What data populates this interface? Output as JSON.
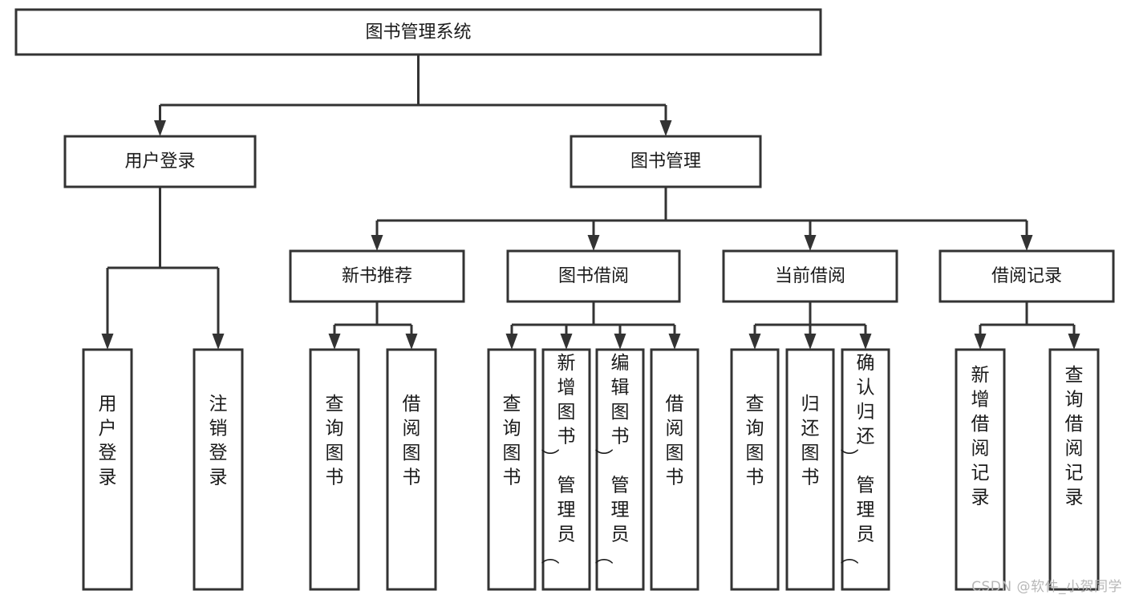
{
  "diagram": {
    "type": "tree-hierarchy-flowchart",
    "title": "图书管理系统",
    "watermark": "CSDN @软件_小贺同学",
    "colors": {
      "background": "#ffffff",
      "box_fill": "#ffffff",
      "box_stroke": "#333333",
      "text": "#1a1a1a",
      "watermark": "#b7b7b7"
    },
    "nodes": {
      "root": {
        "label": "图书管理系统",
        "orientation": "horizontal"
      },
      "level2": [
        {
          "id": "user-login",
          "label": "用户登录",
          "orientation": "horizontal"
        },
        {
          "id": "book-management",
          "label": "图书管理",
          "orientation": "horizontal"
        }
      ],
      "level3": [
        {
          "id": "new-book-recommend",
          "label": "新书推荐",
          "orientation": "horizontal"
        },
        {
          "id": "book-borrow",
          "label": "图书借阅",
          "orientation": "horizontal"
        },
        {
          "id": "current-borrow",
          "label": "当前借阅",
          "orientation": "horizontal"
        },
        {
          "id": "borrow-record",
          "label": "借阅记录",
          "orientation": "horizontal"
        }
      ],
      "leaves": [
        {
          "id": "leaf-user-login",
          "label": "用户登录",
          "parent": "user-login",
          "orientation": "vertical"
        },
        {
          "id": "leaf-user-logout",
          "label": "注销登录",
          "parent": "user-login",
          "orientation": "vertical"
        },
        {
          "id": "leaf-query-book-1",
          "label": "查询图书",
          "parent": "new-book-recommend",
          "orientation": "vertical"
        },
        {
          "id": "leaf-borrow-book-1",
          "label": "借阅图书",
          "parent": "new-book-recommend",
          "orientation": "vertical"
        },
        {
          "id": "leaf-query-book-2",
          "label": "查询图书",
          "parent": "book-borrow",
          "orientation": "vertical"
        },
        {
          "id": "leaf-add-book",
          "label": "新增图书（管理员）",
          "parent": "book-borrow",
          "orientation": "vertical"
        },
        {
          "id": "leaf-edit-book",
          "label": "编辑图书（管理员）",
          "parent": "book-borrow",
          "orientation": "vertical"
        },
        {
          "id": "leaf-borrow-book-2",
          "label": "借阅图书",
          "parent": "book-borrow",
          "orientation": "vertical"
        },
        {
          "id": "leaf-query-book-3",
          "label": "查询图书",
          "parent": "current-borrow",
          "orientation": "vertical"
        },
        {
          "id": "leaf-return-book",
          "label": "归还图书",
          "parent": "current-borrow",
          "orientation": "vertical"
        },
        {
          "id": "leaf-confirm-return",
          "label": "确认归还（管理员）",
          "parent": "current-borrow",
          "orientation": "vertical"
        },
        {
          "id": "leaf-add-record",
          "label": "新增借阅记录",
          "parent": "borrow-record",
          "orientation": "vertical"
        },
        {
          "id": "leaf-query-record",
          "label": "查询借阅记录",
          "parent": "borrow-record",
          "orientation": "vertical"
        }
      ]
    }
  }
}
